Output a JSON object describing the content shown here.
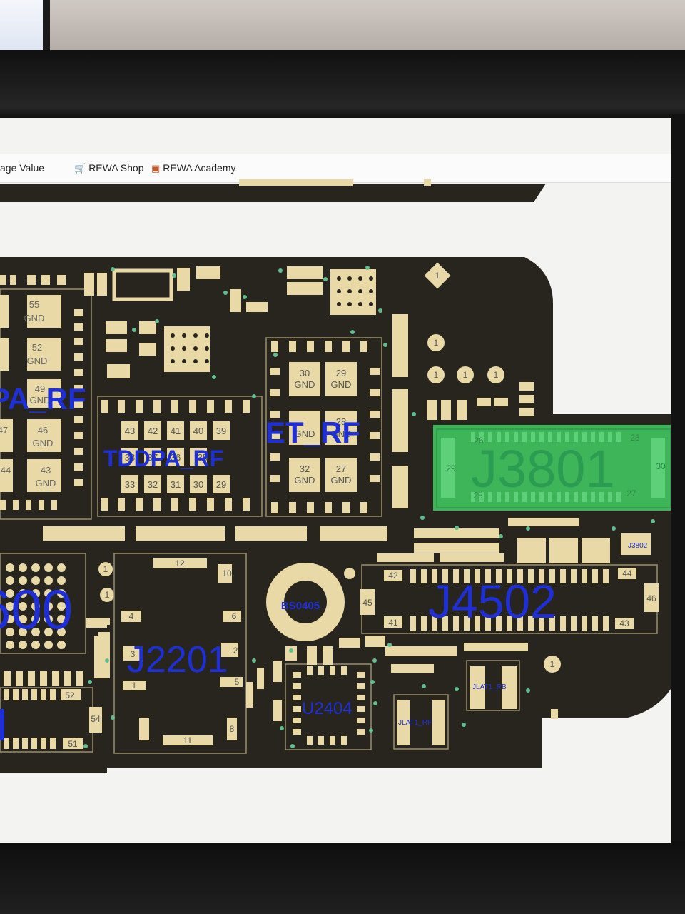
{
  "toolbar": {
    "value_label": "age Value",
    "shop_label": "REWA Shop",
    "academy_label": "REWA Academy",
    "shop_icon": "cart-icon",
    "academy_icon": "play-icon"
  },
  "colors": {
    "board": "#28251f",
    "pad": "#e8d9a6",
    "label_blue": "#1f2fd6",
    "highlight_green": "#3ebd5c",
    "via": "#5fbf8f"
  },
  "components": {
    "tddpa_rf": "TDDPA_RF",
    "et_rf": "ET_RF",
    "pa_rf": "PA_RF",
    "j3801": "J3801",
    "j4502": "J4502",
    "j2201": "J2201",
    "u2404": "U2404",
    "bs0405": "BS0405",
    "u_partial": "600",
    "j3802": "J3802",
    "jlat1_rb": "JLAT1_RB",
    "jlat1_rf": "JLAT1_RF"
  },
  "pads": {
    "pa_left": [
      "55",
      "52",
      "49",
      "46",
      "47",
      "43",
      "44"
    ],
    "gnd": "GND",
    "tddpa_top": [
      "43",
      "42",
      "41",
      "40",
      "39"
    ],
    "tddpa_mid": [
      "38",
      "37",
      "36",
      "35"
    ],
    "tddpa_bottom": [
      "33",
      "32",
      "31",
      "30",
      "29"
    ],
    "et_top": [
      "30",
      "29"
    ],
    "et_mid": "28",
    "et_bottom": [
      "32",
      "27"
    ],
    "j3801_pins": [
      "26",
      "28",
      "29",
      "30",
      "25",
      "27"
    ],
    "j4502_pins": [
      "42",
      "44",
      "45",
      "46",
      "41",
      "43"
    ],
    "j2201_pins": [
      "12",
      "10",
      "4",
      "6",
      "3",
      "2",
      "1",
      "5",
      "11",
      "8"
    ],
    "conn_pins": [
      "52",
      "54",
      "51"
    ],
    "markers": [
      "1"
    ]
  }
}
